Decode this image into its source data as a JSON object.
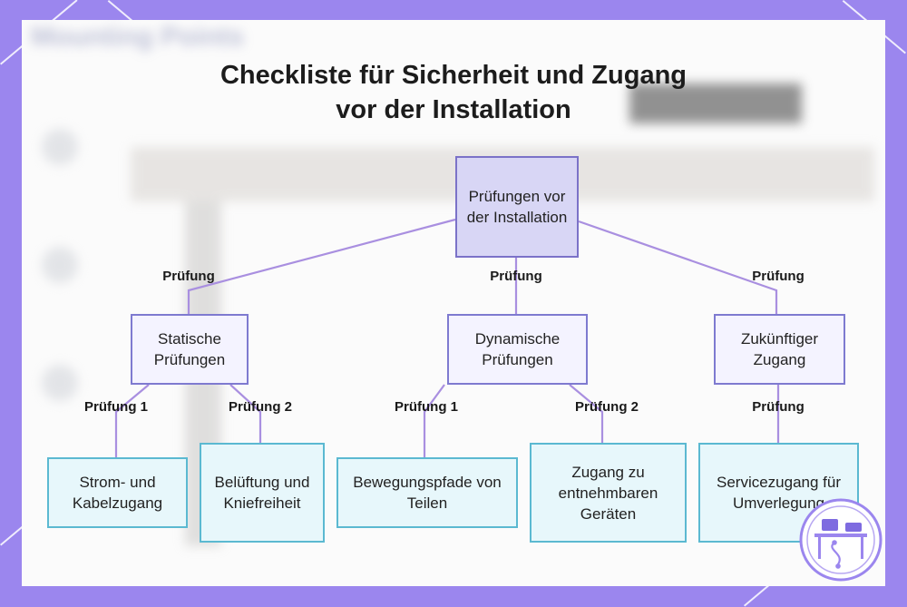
{
  "title": "Checkliste für Sicherheit und Zugang vor der Installation",
  "title_lines": [
    "Checkliste für Sicherheit und Zugang",
    "vor der Installation"
  ],
  "background_text": "Mounting Points",
  "colors": {
    "frame": "#9b86ee",
    "root_fill": "#d8d6f5",
    "root_border": "#7b72c8",
    "mid_fill": "#f4f3ff",
    "mid_border": "#7e7ad0",
    "leaf_fill": "#e7f7fb",
    "leaf_border": "#5bb9d1",
    "link": "#a98fe0"
  },
  "nodes": {
    "root": "Prüfungen vor der Installation",
    "static": "Statische Prüfungen",
    "dynamic": "Dynamische Prüfungen",
    "future": "Zukünftiger Zugang",
    "power": "Strom- und Kabelzugang",
    "ventilation": "Belüftung und Kniefreiheit",
    "movement": "Bewegungspfade von Teilen",
    "removable": "Zugang zu entnehmbaren Geräten",
    "service": "Servicezugang für Umverlegung"
  },
  "edges": {
    "root_static": "Prüfung",
    "root_dynamic": "Prüfung",
    "root_future": "Prüfung",
    "static_power": "Prüfung 1",
    "static_ventilation": "Prüfung 2",
    "dynamic_movement": "Prüfung 1",
    "dynamic_removable": "Prüfung 2",
    "future_service": "Prüfung"
  },
  "logo_icon": "desk-workstation-icon"
}
